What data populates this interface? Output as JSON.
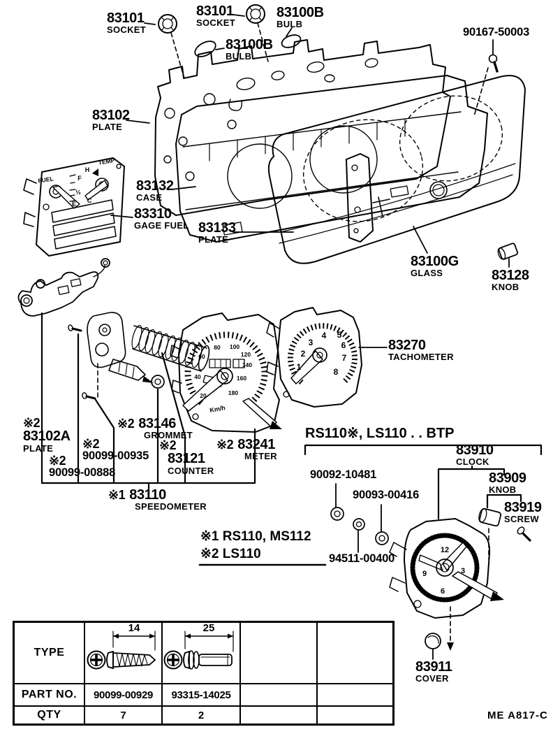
{
  "callouts": {
    "socket1": {
      "number": "83101",
      "name": "SOCKET"
    },
    "socket2": {
      "number": "83101",
      "name": "SOCKET"
    },
    "bulb_top": {
      "number": "83100B",
      "name": "BULB"
    },
    "bulb_mid": {
      "number": "83100B",
      "name": "BULB"
    },
    "screw90167": {
      "number": "90167-50003"
    },
    "plate83102": {
      "number": "83102",
      "name": "PLATE"
    },
    "case83132": {
      "number": "83132",
      "name": "CASE"
    },
    "gage83310": {
      "number": "83310",
      "name": "GAGE FUEL"
    },
    "plate83133": {
      "number": "83133",
      "name": "PLATE"
    },
    "glass": {
      "number": "83100G",
      "name": "GLASS"
    },
    "knob83128": {
      "number": "83128",
      "name": "KNOB"
    },
    "tacho": {
      "number": "83270",
      "name": "TACHOMETER"
    },
    "plate83102a": {
      "prefix": "※2",
      "number": "83102A",
      "name": "PLATE"
    },
    "screw00888": {
      "prefix": "※2",
      "number": "90099-00888"
    },
    "screw00935": {
      "prefix": "※2",
      "number": "90099-00935"
    },
    "grommet": {
      "prefix": "※2",
      "number": "83146",
      "name": "GROMMET"
    },
    "counter": {
      "prefix": "※2",
      "number": "83121",
      "name": "COUNTER"
    },
    "meter": {
      "prefix": "※2",
      "number": "83241",
      "name": "METER"
    },
    "speedo": {
      "prefix": "※1",
      "number": "83110",
      "name": "SPEEDOMETER"
    },
    "clock": {
      "number": "83910",
      "name": "CLOCK"
    },
    "nut90092": {
      "number": "90092-10481"
    },
    "knob83909": {
      "number": "83909",
      "name": "KNOB"
    },
    "nut90093": {
      "number": "90093-00416"
    },
    "screw83919": {
      "number": "83919",
      "name": "SCREW"
    },
    "nut94511": {
      "number": "94511-00400"
    },
    "cover": {
      "number": "83911",
      "name": "COVER"
    }
  },
  "section": {
    "header": "RS110※, LS110 . . BTP"
  },
  "notes": {
    "note1": "※1 RS110, MS112",
    "note2": "※2 LS110"
  },
  "dials": {
    "speedometer": {
      "unit": "Km/h",
      "ticks": [
        "20",
        "40",
        "60",
        "80",
        "100",
        "120",
        "140",
        "160",
        "180"
      ]
    },
    "tachometer": {
      "ticks": [
        "1",
        "2",
        "3",
        "4",
        "5",
        "6",
        "7",
        "8"
      ]
    },
    "clock": {
      "ticks": [
        "12",
        "3",
        "6",
        "9"
      ]
    },
    "fuel": {
      "label": "FUEL",
      "top": "F",
      "mid": "½",
      "bottom": "E"
    },
    "temp": {
      "label": "TEMP",
      "top": "H",
      "bottom": "C"
    }
  },
  "table": {
    "row_labels": {
      "type": "TYPE",
      "part": "PART NO.",
      "qty": "QTY"
    },
    "cols": [
      {
        "dim": "14",
        "part": "90099-00929",
        "qty": "7"
      },
      {
        "dim": "25",
        "part": "93315-14025",
        "qty": "2"
      }
    ]
  },
  "footer": {
    "code": "ME  A817-C"
  }
}
